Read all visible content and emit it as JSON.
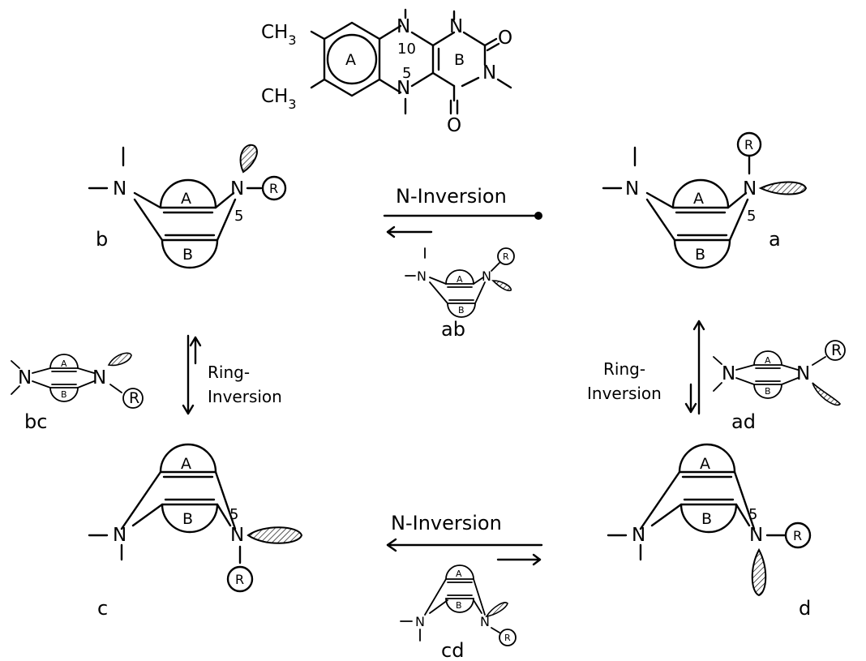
{
  "top_structure": {
    "ch3_upper": "CH",
    "ch3_lower": "CH",
    "ch3_sub": "3",
    "ring_a": "A",
    "ring_b": "B",
    "n10": "N",
    "n10_num": "10",
    "n5": "N",
    "n5_num": "5",
    "n1": "N",
    "n3": "N",
    "o2": "O",
    "o4": "O"
  },
  "ring_labels": {
    "a": "A",
    "b": "B"
  },
  "atom_n": "N",
  "substituent_r": "R",
  "position_5": "5",
  "conformers": {
    "a": "a",
    "b": "b",
    "c": "c",
    "d": "d",
    "ab": "ab",
    "bc": "bc",
    "ad": "ad",
    "cd": "cd"
  },
  "arrows": {
    "n_inversion_top": "N-Inversion",
    "n_inversion_bottom": "N-Inversion",
    "ring_inversion_left_1": "Ring-",
    "ring_inversion_left_2": "Inversion",
    "ring_inversion_right_1": "Ring-",
    "ring_inversion_right_2": "Inversion"
  }
}
